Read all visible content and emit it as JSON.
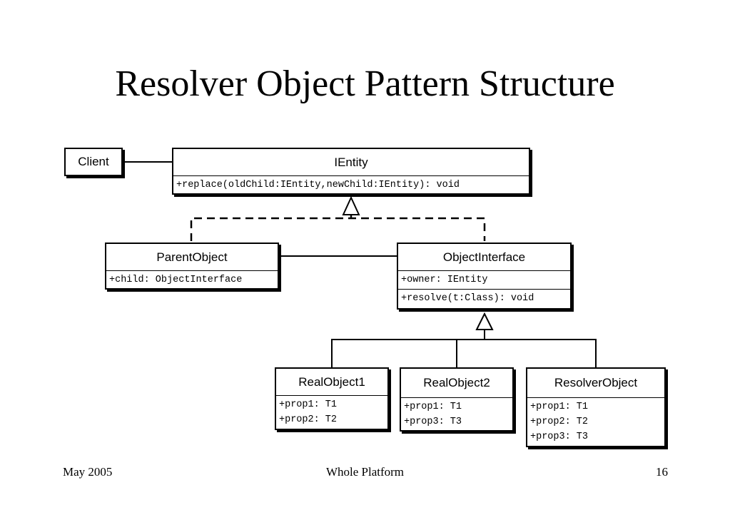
{
  "title": "Resolver Object Pattern Structure",
  "footer": {
    "left": "May 2005",
    "center": "Whole Platform",
    "right": "16"
  },
  "classes": {
    "client": {
      "name": "Client"
    },
    "ientity": {
      "name": "IEntity",
      "methods": [
        "+replace(oldChild:IEntity,newChild:IEntity): void"
      ]
    },
    "parent_object": {
      "name": "ParentObject",
      "attributes": [
        "+child: ObjectInterface"
      ]
    },
    "object_interface": {
      "name": "ObjectInterface",
      "attributes": [
        "+owner: IEntity"
      ],
      "methods": [
        "+resolve(t:Class): void"
      ]
    },
    "real_object1": {
      "name": "RealObject1",
      "attributes": [
        "+prop1: T1",
        "+prop2: T2"
      ]
    },
    "real_object2": {
      "name": "RealObject2",
      "attributes": [
        "+prop1: T1",
        "+prop3: T3"
      ]
    },
    "resolver_object": {
      "name": "ResolverObject",
      "attributes": [
        "+prop1: T1",
        "+prop2: T2",
        "+prop3: T3"
      ]
    }
  }
}
